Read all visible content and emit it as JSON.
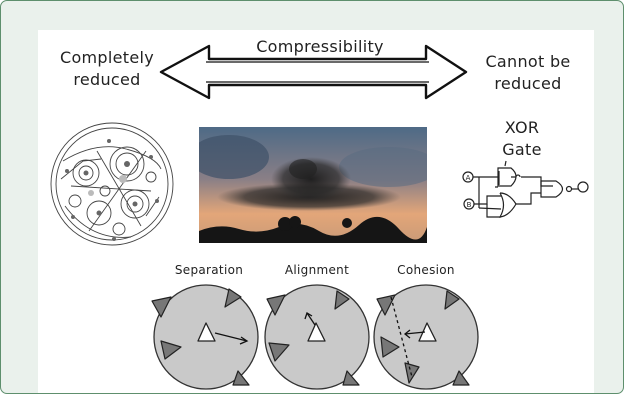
{
  "labels": {
    "left_end": "Completely reduced",
    "right_end": "Cannot be reduced",
    "axis_title": "Compressibility",
    "xor_gate": "XOR Gate",
    "rule_separation": "Separation",
    "rule_alignment": "Alignment",
    "rule_cohesion": "Cohesion",
    "gate_input_a": "A",
    "gate_input_b": "B"
  },
  "colors": {
    "frame_border": "#5e8f6d",
    "frame_fill": "#eaf1ec",
    "circle_fill": "#c9c9c9",
    "agent_dark": "#777777",
    "sky_top": "#4e6a86",
    "sky_glow": "#e3a679"
  },
  "images": {
    "watch_movement": "mechanical-watch-movement",
    "starling_flock": "starling-murmuration-photo",
    "xor_circuit": "xor-gate-circuit-sketch"
  }
}
